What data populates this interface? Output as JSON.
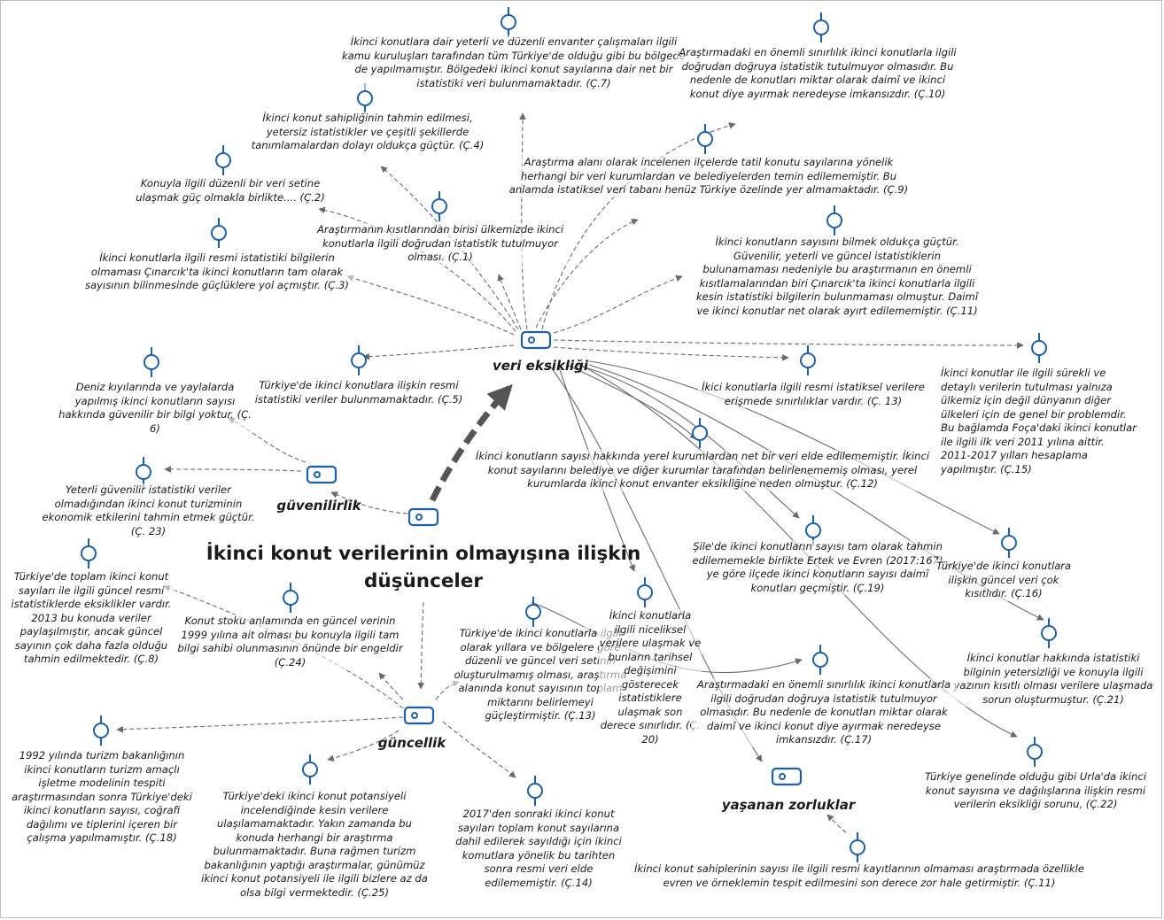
{
  "diagram": {
    "title_line1": "İkinci konut verilerinin olmayışına ilişkin",
    "title_line2": "düşünceler",
    "codes": {
      "veri": "veri eksikliği",
      "guven": "güvenilirlik",
      "guncel": "güncellik",
      "zorluk": "yaşanan zorluklar"
    },
    "quotes": {
      "c1": "Araştırmanın kısıtlarından birisi ülkemizde ikinci konutlarla ilgili doğrudan istatistik tutulmuyor olması. (Ç.1)",
      "c2": "Konuyla ilgili düzenli bir veri setine ulaşmak güç olmakla birlikte.... (Ç.2)",
      "c3": "İkinci konutlarla ilgili resmi istatistiki bilgilerin olmaması Çınarcık'ta ikinci konutların tam olarak sayısının bilinmesinde güçlüklere yol açmıştır. (Ç.3)",
      "c4": "İkinci konut sahipliğinin tahmin edilmesi, yetersiz istatistikler ve çeşitli şekillerde tanımlamalardan dolayı oldukça güçtür. (Ç.4)",
      "c5": "Türkiye'de ikinci konutlara ilişkin resmi istatistiki veriler bulunmamaktadır. (Ç.5)",
      "c6": "Deniz kıyılarında ve yaylalarda yapılmış ikinci konutların sayısı hakkında güvenilir bir bilgi yoktur. (Ç. 6)",
      "c7": "İkinci konutlara dair yeterli ve düzenli envanter çalışmaları ilgili kamu kuruluşları tarafından tüm Türkiye'de olduğu gibi bu bölgede de yapılmamıştır. Bölgedeki ikinci konut sayılarına dair net bir istatistiki veri bulunmamaktadır. (Ç.7)",
      "c8": "Türkiye'de toplam ikinci konut sayıları ile ilgili güncel resmi istatistiklerde eksiklikler vardır. 2013 bu konuda veriler paylaşılmıştır, ancak güncel sayının çok daha fazla olduğu tahmin edilmektedir. (Ç.8)",
      "c9": "Araştırma alanı olarak incelenen ilçelerde tatil konutu sayılarına yönelik herhangi bir veri kurumlardan ve belediyelerden temin edilememiştir. Bu anlamda istatiksel veri tabanı henüz Türkiye özelinde yer almamaktadır. (Ç.9)",
      "c10": "Araştırmadaki en önemli sınırlılık ikinci konutlarla ilgili doğrudan doğruya istatistik tutulmuyor olmasıdır. Bu nedenle de konutları miktar olarak daimî ve ikinci konut diye ayırmak neredeyse imkansızdır. (Ç.10)",
      "c11a": "İkinci konutların sayısını bilmek oldukça güçtür. Güvenilir, yeterli ve güncel istatistiklerin bulunamaması nedeniyle bu araştırmanın en önemli kısıtlamalarından biri Çınarcık'ta ikinci konutlarla ilgili kesin istatistiki bilgilerin bulunmaması olmuştur. Daimî ve ikinci konutlar net olarak ayırt edilememiştir. (Ç.11)",
      "c11b": "İkinci konut sahiplerinin sayısı ile ilgili resmi kayıtlarının olmaması araştırmada özellikle evren ve örneklemin tespit edilmesini son derece zor hale getirmiştir. (Ç.11)",
      "c12": "İkinci konutların sayısı hakkında yerel kurumlardan net bir veri elde edilememiştir. İkinci konut sayılarını belediye ve diğer kurumlar tarafından belirlenememiş olması, yerel kurumlarda ikinci konut envanter eksikliğine neden olmuştur. (Ç.12)",
      "c13a": "İkici konutlarla ilgili resmi istatiksel verilere erişmede sınırlılıklar vardır. (Ç. 13)",
      "c13b": "Türkiye'de ikinci konutlarla ilgili olarak yıllara ve bölgelere göre düzenli ve güncel veri setinin oluşturulmamış olması, araştırma alanında konut sayısının toplam miktarını belirlemeyi güçleştirmiştir. (Ç.13)",
      "c14": "2017'den sonraki ikinci konut sayıları toplam konut sayılarına dahil edilerek sayıldığı için ikinci komutlara yönelik bu tarihten sonra resmi veri elde edilememiştir. (Ç.14)",
      "c15": "İkinci konutlar ile ilgili sürekli ve detaylı verilerin tutulması yalnıza ülkemiz için değil dünyanın diğer ülkeleri için de genel bir problemdir. Bu bağlamda Foça'daki ikinci konutlar ile ilgili ilk veri 2011 yılına aittir. 2011-2017 yılları hesaplama yapılmıştır. (Ç.15)",
      "c16": "Türkiye'de ikinci konutlara ilişkin güncel veri çok kısıtlıdır. (Ç.16)",
      "c17": "Araştırmadaki en önemli sınırlılık ikinci konutlarla ilgili doğrudan doğruya istatistik tutulmuyor olmasıdır. Bu nedenle de konutları miktar olarak daimî ve ikinci konut diye ayırmak neredeyse imkansızdır. (Ç.17)",
      "c18": "1992 yılında turizm bakanlığının ikinci konutların turizm amaçlı işletme modelinin tespiti araştırmasından sonra Türkiye'deki ikinci konutların sayısı, coğrafi dağılımı ve tiplerini içeren bir çalışma yapılmamıştır. (Ç.18)",
      "c19": "Şile'de ikinci konutların sayısı tam olarak tahmin edilememekle birlikte Ertek ve Evren (2017:167) ye göre ilçede ikinci konutların sayısı daimî konutları geçmiştir. (Ç.19)",
      "c20": "İkinci konutlarla ilgili niceliksel verilere ulaşmak ve bunların tarihsel değişimini gösterecek istatistiklere ulaşmak son derece sınırlıdır. (Ç. 20)",
      "c21": "İkinci konutlar hakkında istatistiki bilginin yetersizliği ve konuyla ilgili yazının kısıtlı olması verilere ulaşmada sorun oluşturmuştur. (Ç.21)",
      "c22": "Türkiye genelinde olduğu gibi Urla'da ikinci konut sayısına ve dağılışlarına ilişkin resmi verilerin eksikliği sorunu, (Ç.22)",
      "c23": "Yeterli güvenilir istatistiki veriler olmadığından ikinci konut turizminin ekonomik etkilerini tahmin etmek güçtür. (Ç. 23)",
      "c24": "Konut stoku anlamında en güncel verinin 1999 yılına ait olması bu konuyla ilgili tam bilgi sahibi olunmasının önünde bir engeldir (Ç.24)",
      "c25": "Türkiye'deki ikinci konut potansiyeli incelendiğinde kesin verilere ulaşılamamaktadır. Yakın zamanda bu konuda herhangi bir araştırma bulunmamaktadır. Buna rağmen turizm bakanlığının yaptığı araştırmalar, günümüz ikinci konut potansiyeli ile ilgili bizlere az da olsa bilgi vermektedir. (Ç.25)"
    }
  }
}
